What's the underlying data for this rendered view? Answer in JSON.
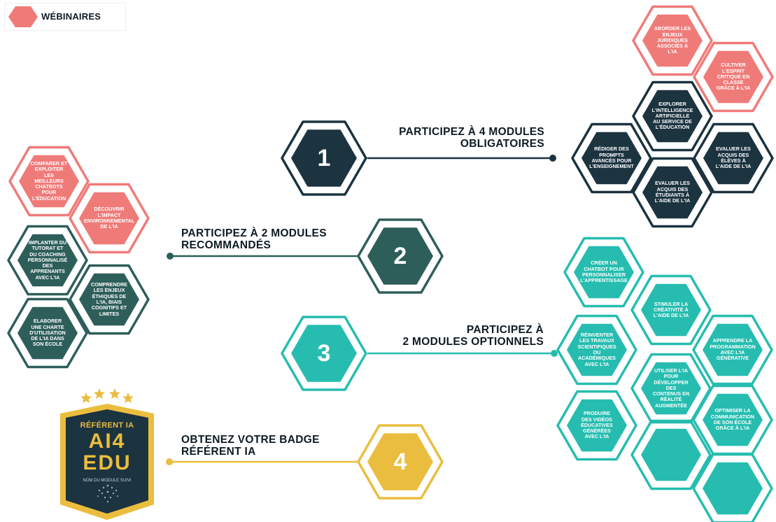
{
  "legend": {
    "label": "WÉBINAIRES",
    "icon": "hexagon-icon"
  },
  "colors": {
    "dark": "#1c3340",
    "pink": "#ef7b79",
    "teal_dark": "#2e5e5a",
    "teal": "#26bdb0",
    "gold": "#ebbd3e",
    "text": "#0d1b24"
  },
  "steps": [
    {
      "number": "1",
      "heading": "PARTICIPEZ À 4 MODULES\nOBLIGATOIRES"
    },
    {
      "number": "2",
      "heading": "PARTICIPEZ À 2 MODULES\nRECOMMANDÉS"
    },
    {
      "number": "3",
      "heading": "PARTICIPEZ À\n2 MODULES OPTIONNELS"
    },
    {
      "number": "4",
      "heading": "OBTENEZ VOTRE BADGE\nRÉFÉRENT IA"
    }
  ],
  "webinars_top": [
    "ABORDER LES ENJEUX JURIDIQUES ASSOCIÉS À L'IA",
    "CULTIVER L'ESPRIT CRITIQUE EN CLASSE GRÂCE À L'IA"
  ],
  "mandatory_modules": [
    "EXPLORER L'INTELLIGENCE ARTIFICIELLE AU SERVICE DE L'ÉDUCATION",
    "RÉDIGER DES PROMPTS AVANCÉS POUR L'ENSEIGNEMENT",
    "EVALUER LES ACQUIS DES ÉLÈVES À L'AIDE DE L'IA",
    "EVALUER LES ACQUIS DES ÉTUDIANTS À L'AIDE DE L'IA"
  ],
  "webinars_left": [
    "COMPARER ET EXPLOITER LES MEILLEURS CHATBOTS POUR L'ÉDUCATION",
    "DÉCOUVRIR L'IMPACT ENVIRONNEMENTAL DE L'IA"
  ],
  "recommended_modules": [
    "IMPLANTER DU TUTORAT ET DU COACHING PERSONNALISÉ DES APPRENANTS AVEC L'IA",
    "COMPRENDRE LES ENJEUX ÉTHIQUES DE L'IA, BIAIS COGNITIFS ET LIMITES",
    "ELABORER UNE CHARTE D'UTILISATION DE L'IA DANS SON ÉCOLE"
  ],
  "optional_modules": [
    "CRÉER UN CHATBOT POUR PERSONNALISER L'APPRENTISSAGE",
    "STIMULER LA CRÉATIVITÉ À L'AIDE DE L'IA",
    "RÉINVENTER LES TRAVAUX SCIENTIFIQUES OU ACADÉMIQUES AVEC L'IA",
    "APPRENDRE LA PROGRAMMATION AVEC L'IA GÉNÉRATIVE",
    "UTILISER L'IA POUR DÉVELOPPER DES CONTENUS EN RÉALITÉ AUGMENTÉE",
    "PRODUIRE DES VIDÉOS ÉDUCATIVES GÉNÉRÉES AVEC L'IA",
    "OPTIMISER LA COMMUNICATION DE SON ÉCOLE GRÂCE À L'IA",
    "",
    ""
  ],
  "badge": {
    "title": "RÉFÉRENT IA",
    "line1": "AI4",
    "line2": "EDU",
    "caption": "NOM DU MODULE SUIVI",
    "stars": 4
  }
}
